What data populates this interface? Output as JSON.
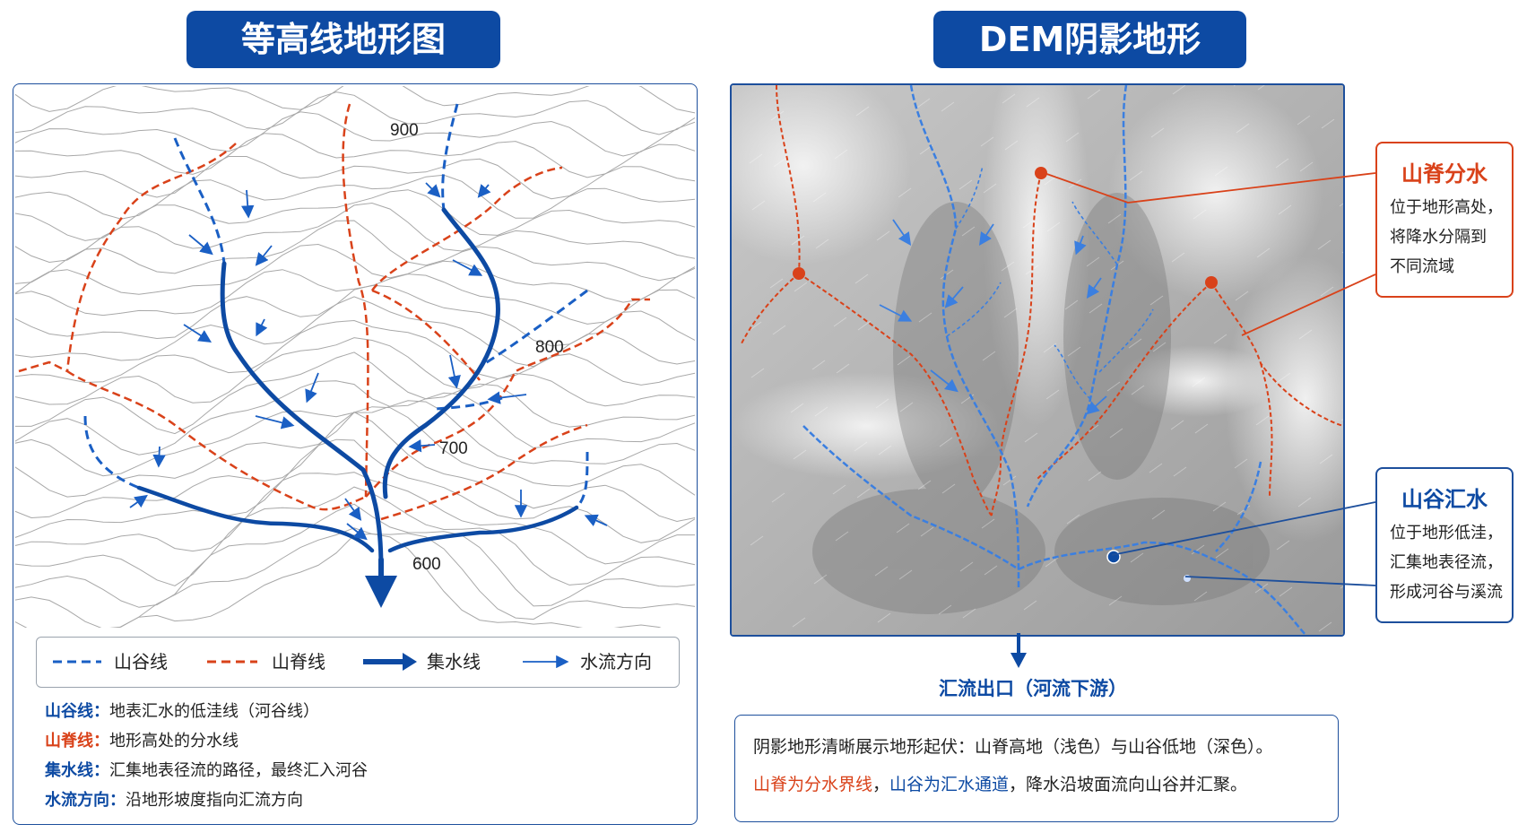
{
  "left_title": "等高线地形图",
  "right_title": "DEM阴影地形",
  "contour_labels": [
    "900",
    "800",
    "700",
    "600"
  ],
  "legend": {
    "valley": "山谷线",
    "ridge": "山脊线",
    "collect": "集水线",
    "flow": "水流方向"
  },
  "definitions": [
    {
      "term": "山谷线：",
      "text": "地表汇水的低洼线（河谷线）"
    },
    {
      "term": "山脊线：",
      "text": "地形高处的分水线"
    },
    {
      "term": "集水线：",
      "text": "汇集地表径流的路径，最终汇入河谷"
    },
    {
      "term": "水流方向：",
      "text": "沿地形坡度指向汇流方向"
    }
  ],
  "callouts": {
    "ridge": {
      "title": "山脊分水",
      "lines": [
        "位于地形高处，",
        "将降水分隔到",
        "不同流域"
      ]
    },
    "valley": {
      "title": "山谷汇水",
      "lines": [
        "位于地形低洼，",
        "汇集地表径流，",
        "形成河谷与溪流"
      ]
    }
  },
  "outlet": "汇流出口（河流下游）",
  "note": {
    "line1": "阴影地形清晰展示地形起伏：山脊高地（浅色）与山谷低地（深色）。",
    "line2_red": "山脊为分水界线",
    "line2_sep": "，",
    "line2_blue": "山谷为汇水通道",
    "line2_rest": "，降水沿坡面流向山谷并汇聚。"
  },
  "colors": {
    "blue": "#0d4aa3",
    "valley_blue": "#1a5fc4",
    "red": "#d9421a",
    "dem_blue": "#3b7fe0"
  }
}
